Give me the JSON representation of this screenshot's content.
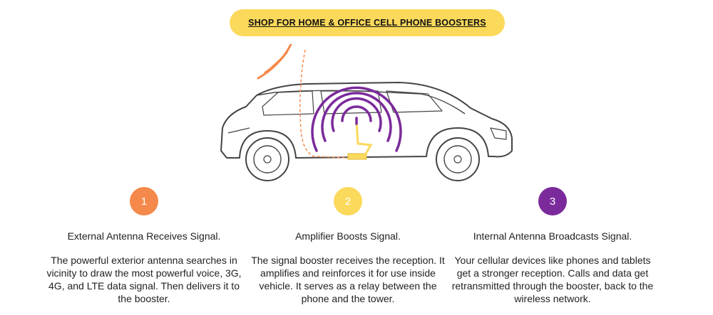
{
  "cta": {
    "label": "SHOP FOR HOME & OFFICE CELL PHONE BOOSTERS"
  },
  "colors": {
    "cta_bg": "#FBD95B",
    "orange": "#F4894B",
    "yellow": "#FBD95B",
    "purple": "#7B2A9B"
  },
  "steps": [
    {
      "number": "1",
      "heading": "External Antenna Receives Signal.",
      "body": "The powerful exterior antenna searches in vicinity to draw the most powerful voice, 3G, 4G, and LTE data signal. Then delivers it to the booster."
    },
    {
      "number": "2",
      "heading": "Amplifier Boosts Signal.",
      "body": "The signal booster receives the reception. It amplifies and reinforces it for use inside vehicle. It serves as a relay between the phone and the tower."
    },
    {
      "number": "3",
      "heading": "Internal Antenna Broadcasts Signal.",
      "body": "Your cellular devices like phones and tablets get a stronger reception. Calls and data get retransmitted through the booster, back to the wireless network."
    }
  ]
}
